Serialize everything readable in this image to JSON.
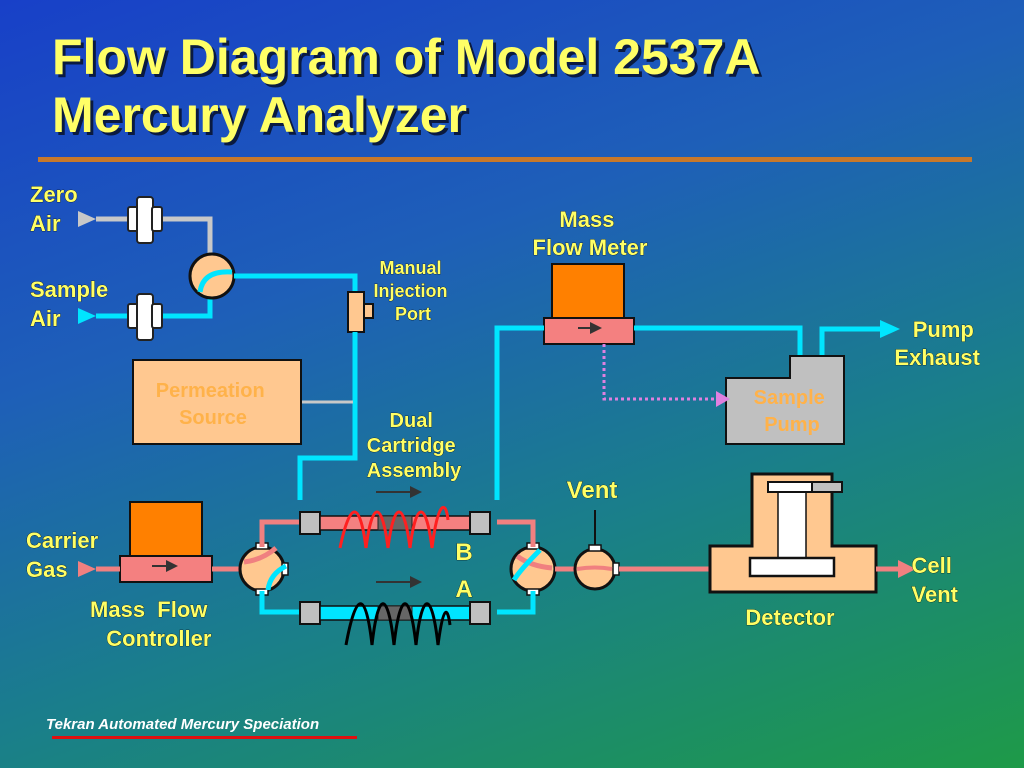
{
  "slide": {
    "title_line1": "Flow Diagram of Model 2537A",
    "title_line2": "Mercury Analyzer",
    "footer": "Tekran Automated Mercury Speciation"
  },
  "labels": {
    "zero_air": [
      "Zero",
      "Air"
    ],
    "sample_air": [
      "Sample",
      "Air"
    ],
    "permeation_source": [
      "Permeation",
      "Source"
    ],
    "manual_injection_port": [
      "Manual",
      "Injection",
      "Port"
    ],
    "mass_flow_meter": [
      "Mass",
      "Flow Meter"
    ],
    "pump_exhaust": [
      "Pump",
      "Exhaust"
    ],
    "sample_pump": [
      "Sample",
      "Pump"
    ],
    "dual_cartridge_assembly": [
      "Dual",
      "Cartridge",
      "Assembly"
    ],
    "vent": "Vent",
    "cartridge_b": "B",
    "cartridge_a": "A",
    "carrier_gas": [
      "Carrier",
      "Gas"
    ],
    "mass_flow_controller": [
      "Mass  Flow",
      "Controller"
    ],
    "detector": "Detector",
    "cell_vent": [
      "Cell",
      "Vent"
    ]
  },
  "colors": {
    "title": "#ffff66",
    "cyan_line": "#00e5ff",
    "pink_line": "#f08080",
    "orange_box": "#ff8000",
    "peach_box": "#ffc890",
    "gray_box": "#c0c0c0",
    "heater_red": "#ff2020",
    "heater_black": "#000000"
  }
}
